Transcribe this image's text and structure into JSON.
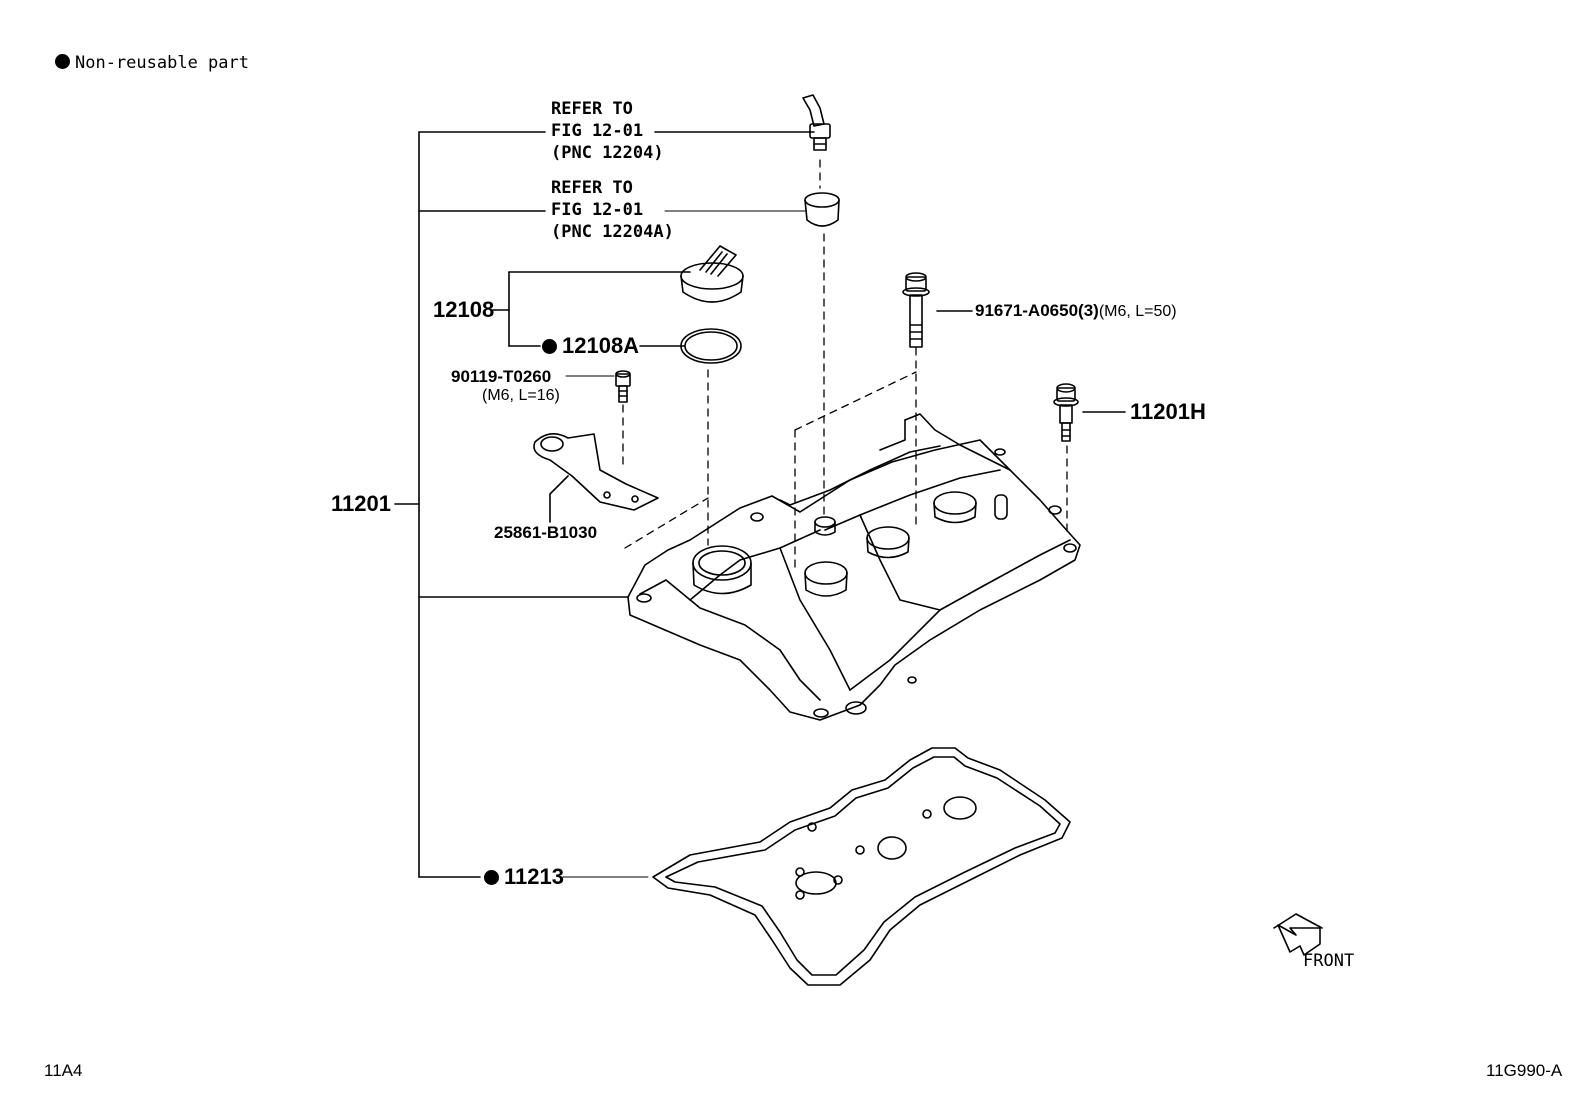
{
  "legend": {
    "text": "Non-reusable part"
  },
  "refer_1": {
    "line1": "REFER TO",
    "line2": "FIG 12-01",
    "line3": "(PNC 12204)"
  },
  "refer_2": {
    "line1": "REFER TO",
    "line2": "FIG 12-01",
    "line3": "(PNC 12204A)"
  },
  "parts": {
    "oil_cap": "12108",
    "oil_cap_gasket": "12108A",
    "bolt_bracket": "90119-T0260",
    "bolt_bracket_spec": "(M6, L=16)",
    "bracket": "25861-B1030",
    "cover_bolt": "91671-A0650(3)",
    "cover_bolt_spec": "(M6, L=50)",
    "stud_bolt": "11201H",
    "cover_assy": "11201",
    "gasket": "11213"
  },
  "front_label": "FRONT",
  "footer": {
    "left": "11A4",
    "right": "11G990-A"
  }
}
